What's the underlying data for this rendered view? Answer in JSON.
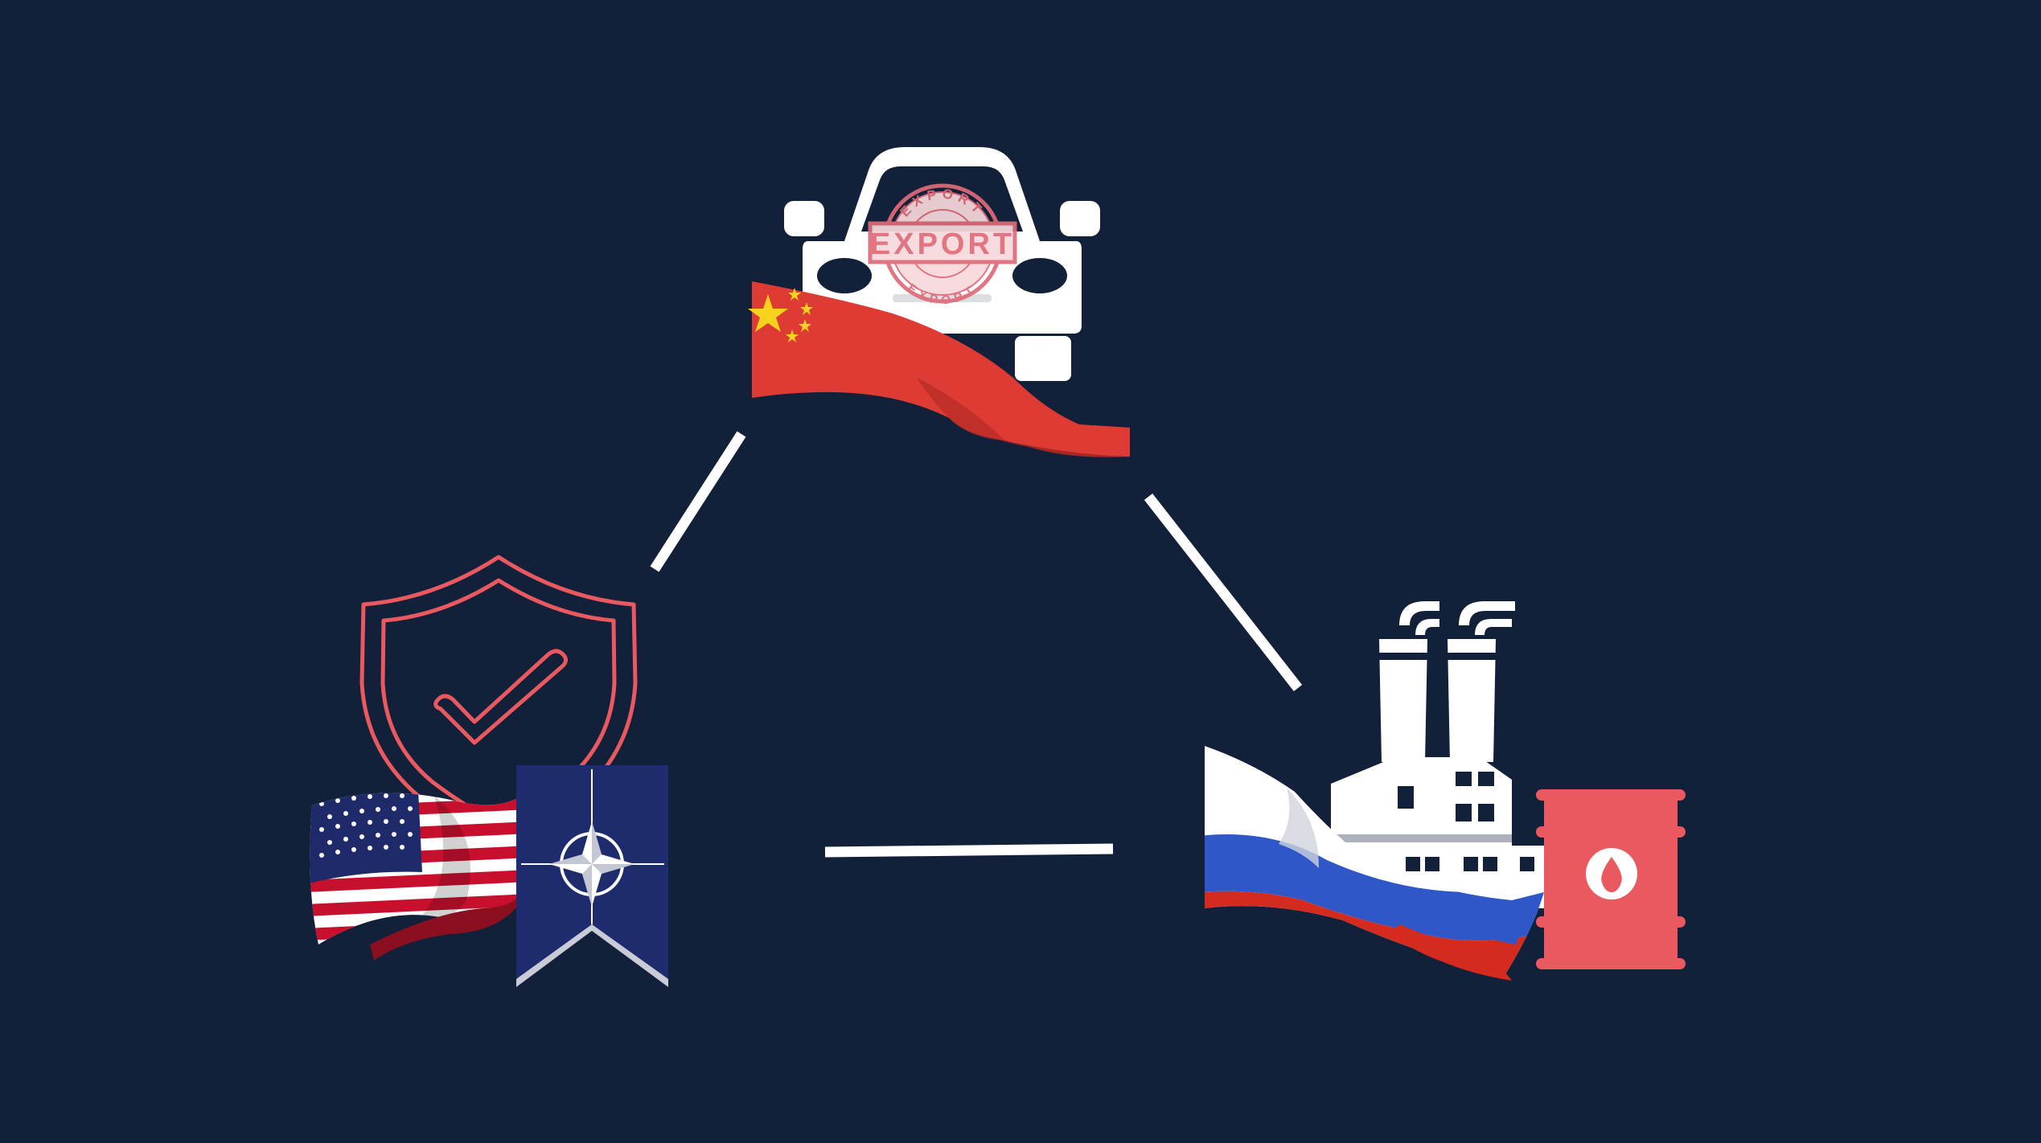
{
  "colors": {
    "background": "#12203a",
    "white": "#ffffff",
    "coral": "#e9595f",
    "china_red": "#de3b34",
    "china_gold": "#f7d21c",
    "us_red": "#c8102e",
    "us_blue": "#1f2a6b",
    "nato_blue": "#1e2c6e",
    "russia_blue": "#2f57c8",
    "russia_red": "#d52b1e",
    "stamp_pink": "#e06a78"
  },
  "nodes": [
    {
      "id": "china",
      "icons": [
        "car-icon",
        "export-stamp-icon",
        "china-flag-icon"
      ]
    },
    {
      "id": "us-nato",
      "icons": [
        "shield-check-icon",
        "us-flag-icon",
        "nato-flag-icon"
      ]
    },
    {
      "id": "russia",
      "icons": [
        "factory-icon",
        "russia-flag-icon",
        "oil-barrel-icon"
      ]
    }
  ],
  "stamp": {
    "main_text": "EXPORT",
    "ring_top": "EXPORT",
    "ring_bottom": "EXPORT"
  }
}
